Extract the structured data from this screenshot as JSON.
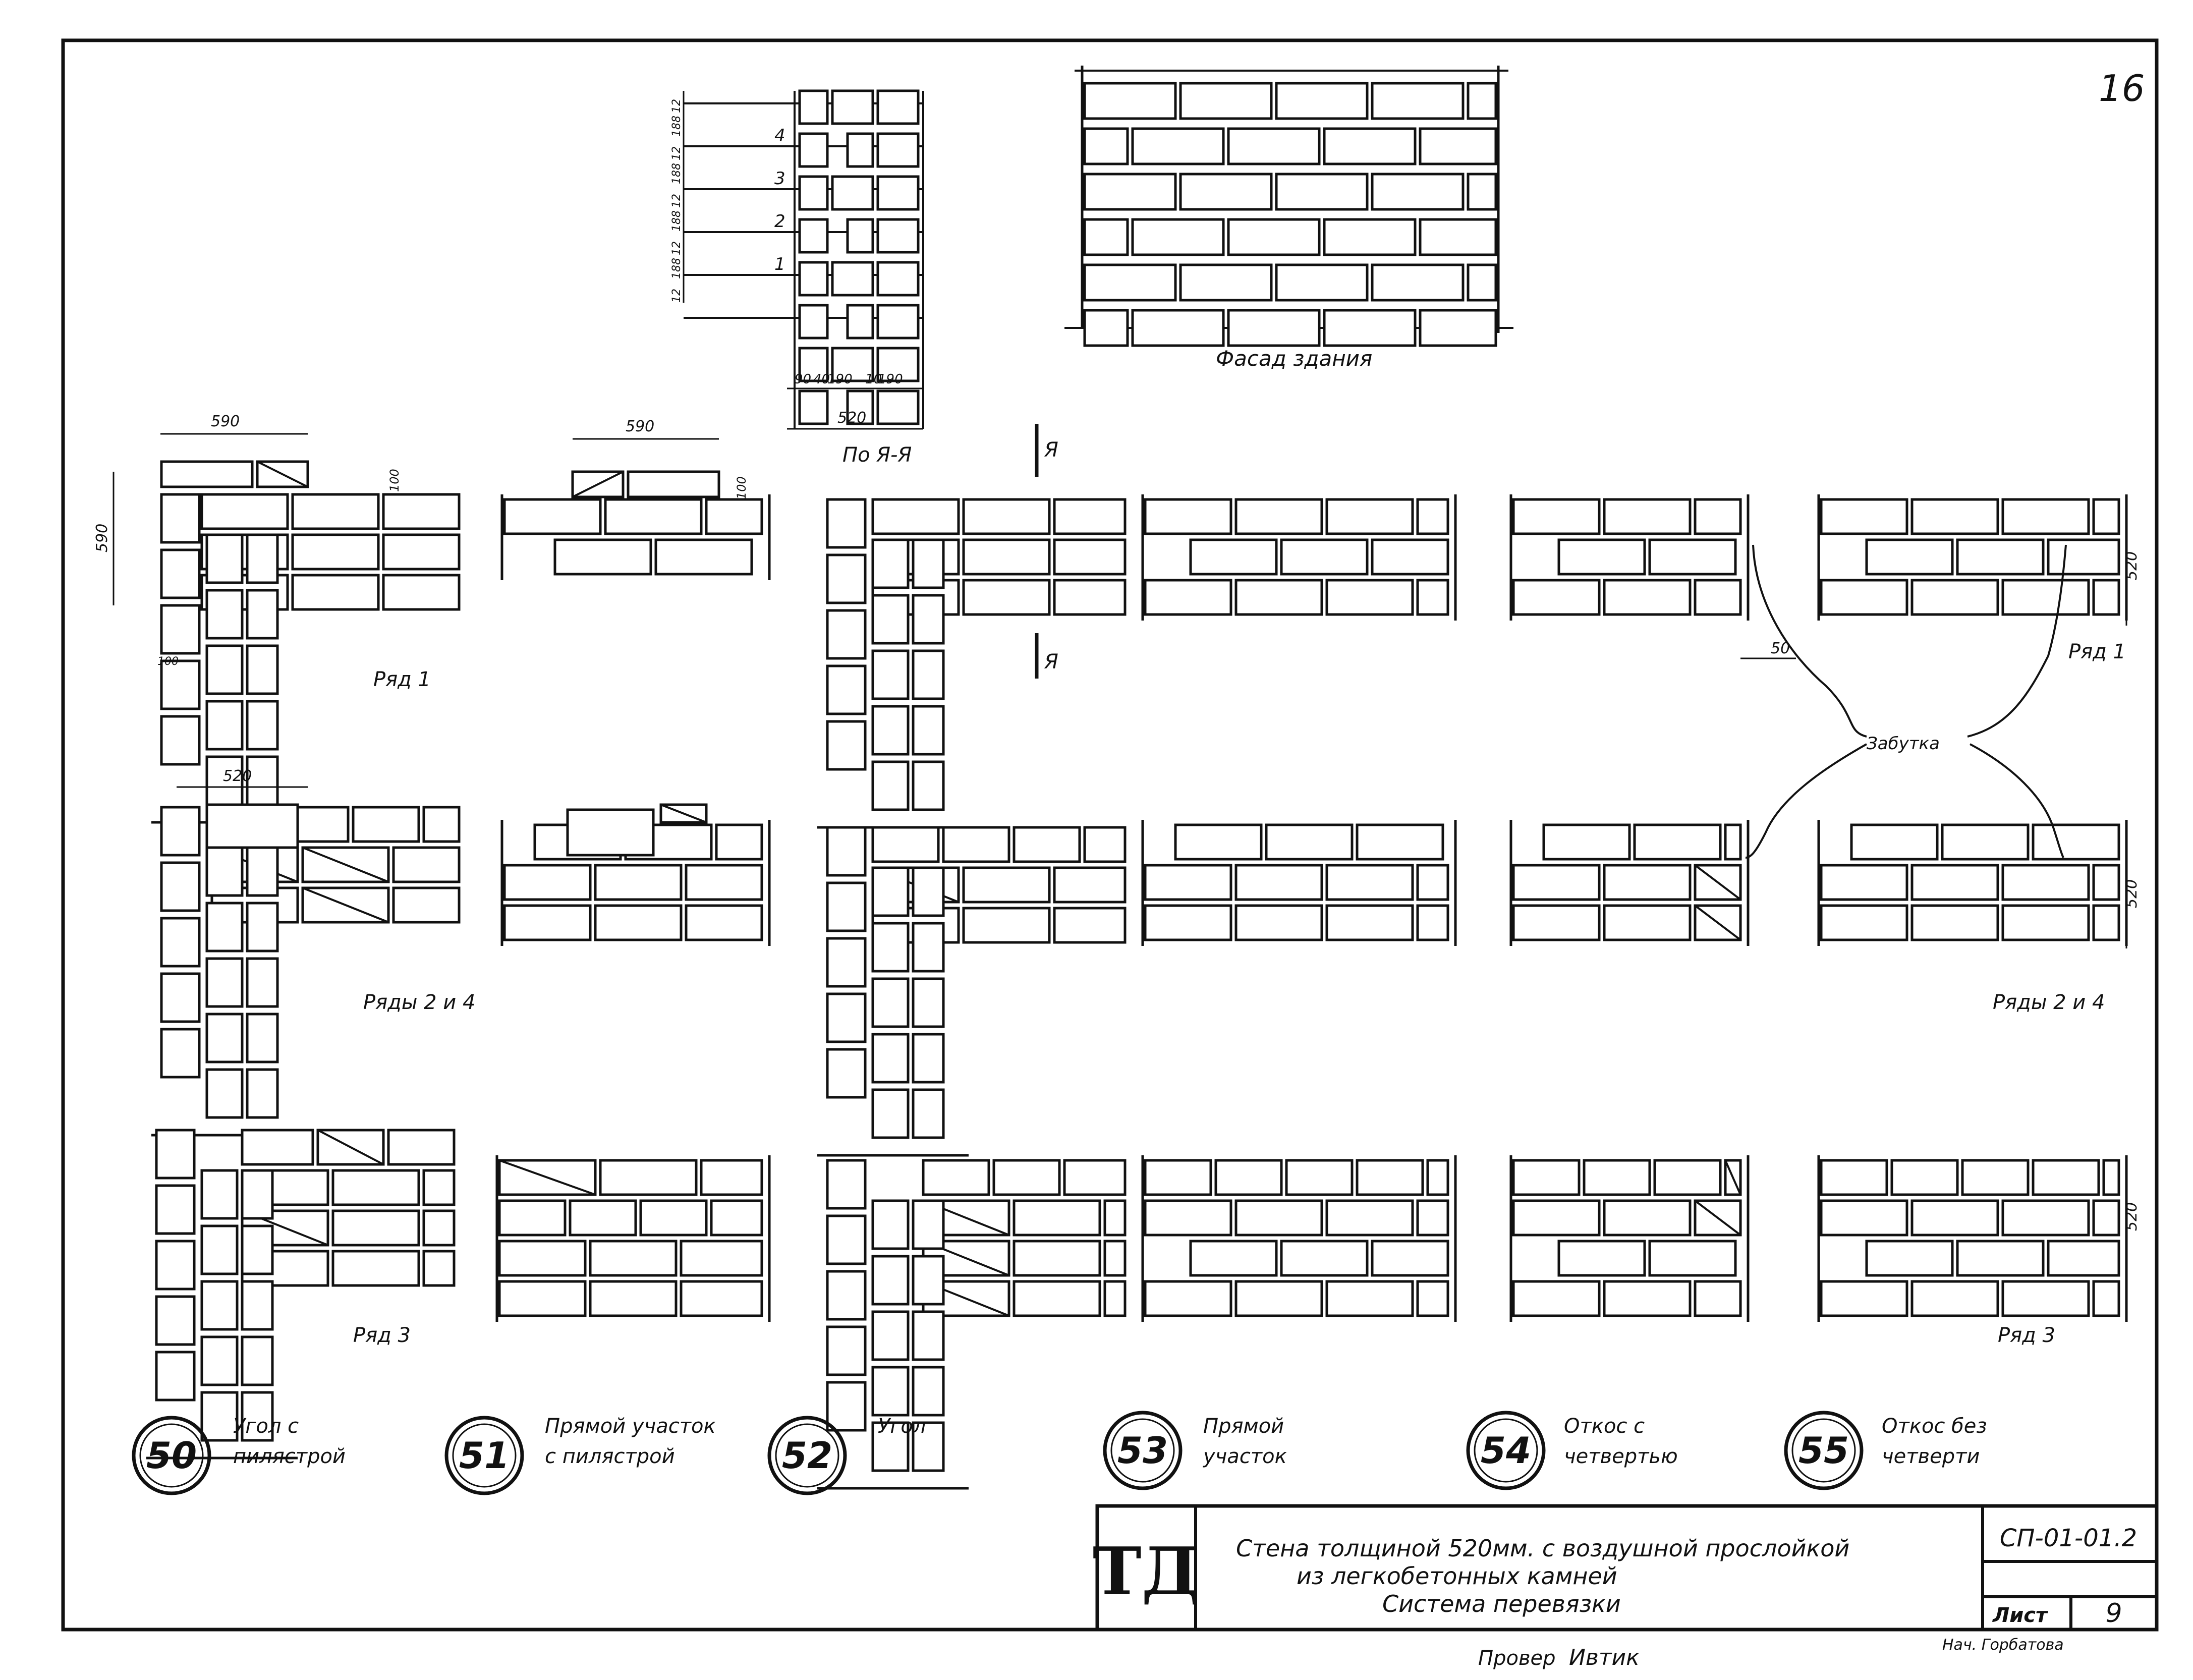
{
  "sheet": {
    "number": "16",
    "section_title": "По Я-Я",
    "facade_label": "Фасад здания",
    "section_marker": "Я",
    "zabutka_label": "Забутка"
  },
  "section": {
    "row_numbers": [
      "1",
      "2",
      "3",
      "4"
    ],
    "vertical_dims": [
      "12",
      "188",
      "12",
      "188",
      "12",
      "188",
      "12",
      "188",
      "12"
    ],
    "bottom_dims": [
      "90",
      "40",
      "190",
      "10",
      "190"
    ],
    "total_width": "520"
  },
  "dims": {
    "d590": "590",
    "d100": "100",
    "d520": "520",
    "d50": "50"
  },
  "row_labels": {
    "row1": "Ряд 1",
    "rows24": "Ряды 2 и 4",
    "row3": "Ряд 3"
  },
  "nodes": [
    {
      "num": "50",
      "caption": [
        "Угол с",
        "пилястрой"
      ]
    },
    {
      "num": "51",
      "caption": [
        "Прямой участок",
        "с пилястрой"
      ]
    },
    {
      "num": "52",
      "caption": [
        "Угол"
      ]
    },
    {
      "num": "53",
      "caption": [
        "Прямой",
        "участок"
      ]
    },
    {
      "num": "54",
      "caption": [
        "Откос с",
        "четвертью"
      ]
    },
    {
      "num": "55",
      "caption": [
        "Откос без",
        "четверти"
      ]
    }
  ],
  "title_block": {
    "logo": "ТД",
    "title_lines": [
      "Стена толщиной 520мм. с воздушной прослойкой",
      "из легкобетонных камней",
      "Система перевязки"
    ],
    "code": "СП-01-01.2",
    "sheet_label": "Лист",
    "sheet_no": "9",
    "checked_label": "Провер",
    "checked_sign": "Ивтик",
    "drawn_label": "Нач. Горбатова"
  }
}
